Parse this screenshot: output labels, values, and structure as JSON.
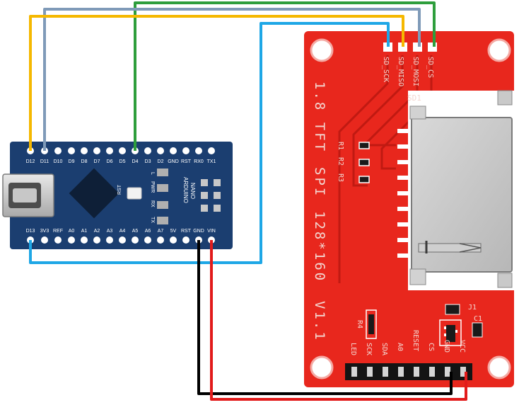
{
  "nano": {
    "top_pins": [
      "D12",
      "D11",
      "D10",
      "D9",
      "D8",
      "D7",
      "D6",
      "D5",
      "D4",
      "D3",
      "D2",
      "GND",
      "RST",
      "RX0",
      "TX1"
    ],
    "bottom_pins": [
      "D13",
      "3V3",
      "REF",
      "A0",
      "A1",
      "A2",
      "A3",
      "A4",
      "A5",
      "A6",
      "A7",
      "5V",
      "RST",
      "GND",
      "VIN"
    ],
    "leds": [
      "L",
      "PWR",
      "RX",
      "TX"
    ],
    "reset_label": "RST",
    "board_name": "ARDUINO",
    "board_model": "NANO"
  },
  "tft": {
    "title_line1": "1.8 TFT",
    "title_line2": "SPI",
    "resolution": "128*160",
    "version": "V1.1",
    "sd_pins": [
      "SD_SCK",
      "SD_MISO",
      "SD_MOSI",
      "SD_CS"
    ],
    "sd_label": "SD1",
    "resistors": [
      "R1",
      "R2",
      "R3"
    ],
    "r4": "R4",
    "j1": "J1",
    "c1": "C1",
    "header_pins": [
      "LED",
      "SCK",
      "SDA",
      "A0",
      "RESET",
      "CS",
      "GND",
      "VCC"
    ]
  },
  "colors": {
    "nano_board": "#1b3e70",
    "tft_board": "#e8271d",
    "wire_d12": "#f5b800",
    "wire_d11": "#7f9ab8",
    "wire_d4": "#2e9e3c",
    "wire_d13": "#1ea7e6",
    "wire_gnd": "#000000",
    "wire_vin": "#e21b1b"
  }
}
